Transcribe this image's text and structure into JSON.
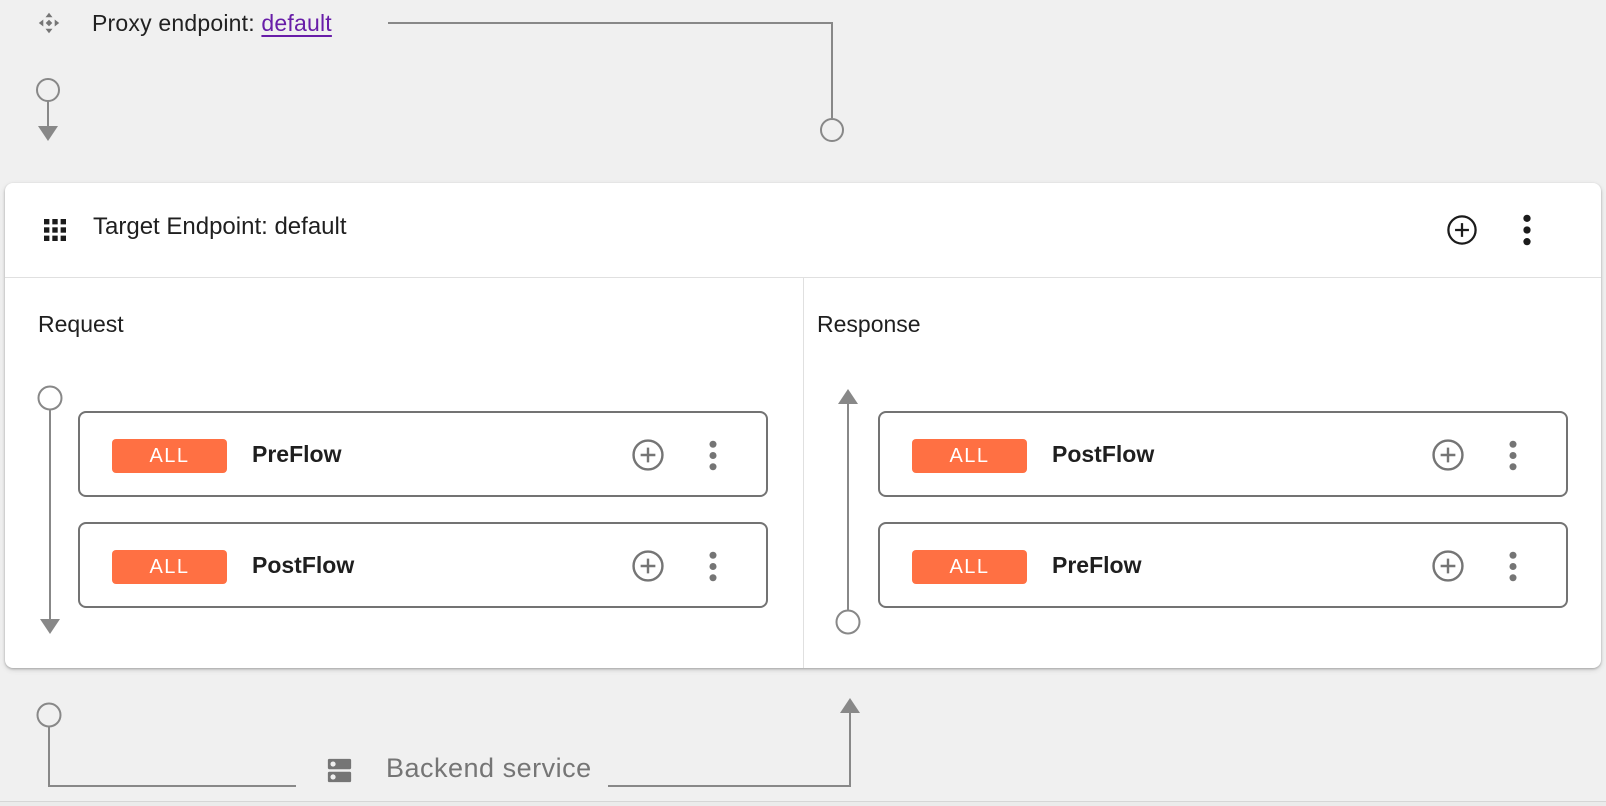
{
  "colors": {
    "background": "#f0f0f0",
    "accent_badge": "#ff7043",
    "link": "#681da8",
    "connector_gray": "#888888",
    "muted_gray": "#757575"
  },
  "proxy_endpoint": {
    "label": "Proxy endpoint: ",
    "link_text": "default"
  },
  "target_endpoint": {
    "title": "Target Endpoint: default",
    "request": {
      "label": "Request",
      "flows": [
        {
          "badge": "ALL",
          "name": "PreFlow"
        },
        {
          "badge": "ALL",
          "name": "PostFlow"
        }
      ]
    },
    "response": {
      "label": "Response",
      "flows": [
        {
          "badge": "ALL",
          "name": "PostFlow"
        },
        {
          "badge": "ALL",
          "name": "PreFlow"
        }
      ]
    }
  },
  "backend": {
    "label": "Backend service"
  }
}
